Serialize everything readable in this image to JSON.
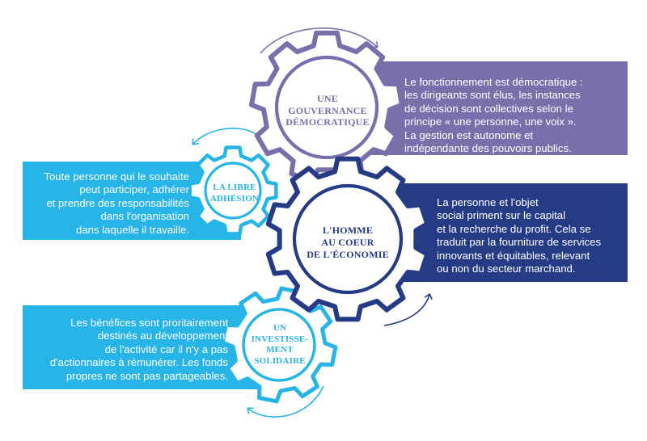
{
  "colors": {
    "purple": "#7870ab",
    "navy": "#263b85",
    "cyan": "#27b4e6"
  },
  "gears": {
    "governance": {
      "label": "UNE\nGOUVERNANCE\nDÉMOCRATIQUE"
    },
    "libre": {
      "label": "LA LIBRE\nADHÉSION"
    },
    "homme": {
      "label": "L'HOMME\nAU COEUR\nDE L'ÉCONOMIE"
    },
    "invest": {
      "label": "UN\nINVESTISSE-\nMENT\nSOLIDAIRE"
    }
  },
  "boxes": {
    "governance": "Le fonctionnement est démocratique :\nles dirigeants sont élus, les instances\nde décision sont collectives selon le\nprincipe « une personne, une voix ».\nLa gestion est autonome et\nindépendante des pouvoirs publics.",
    "libre": "Toute personne qui le souhaite\npeut participer, adhérer\net prendre des responsabilités\ndans l'organisation\ndans laquelle il travaille.",
    "homme": "La personne et l'objet\nsocial priment sur le capital\net la recherche du profit. Cela se\ntraduit par la fourniture de services\ninnovants et équitables, relevant\nou non du secteur marchand.",
    "invest": "Les bénéfices sont proritairement\ndestinés au développement\nde l'activité car il n'y a pas\nd'actionnaires à rémunérer. Les fonds\npropres ne sont pas partageables."
  }
}
